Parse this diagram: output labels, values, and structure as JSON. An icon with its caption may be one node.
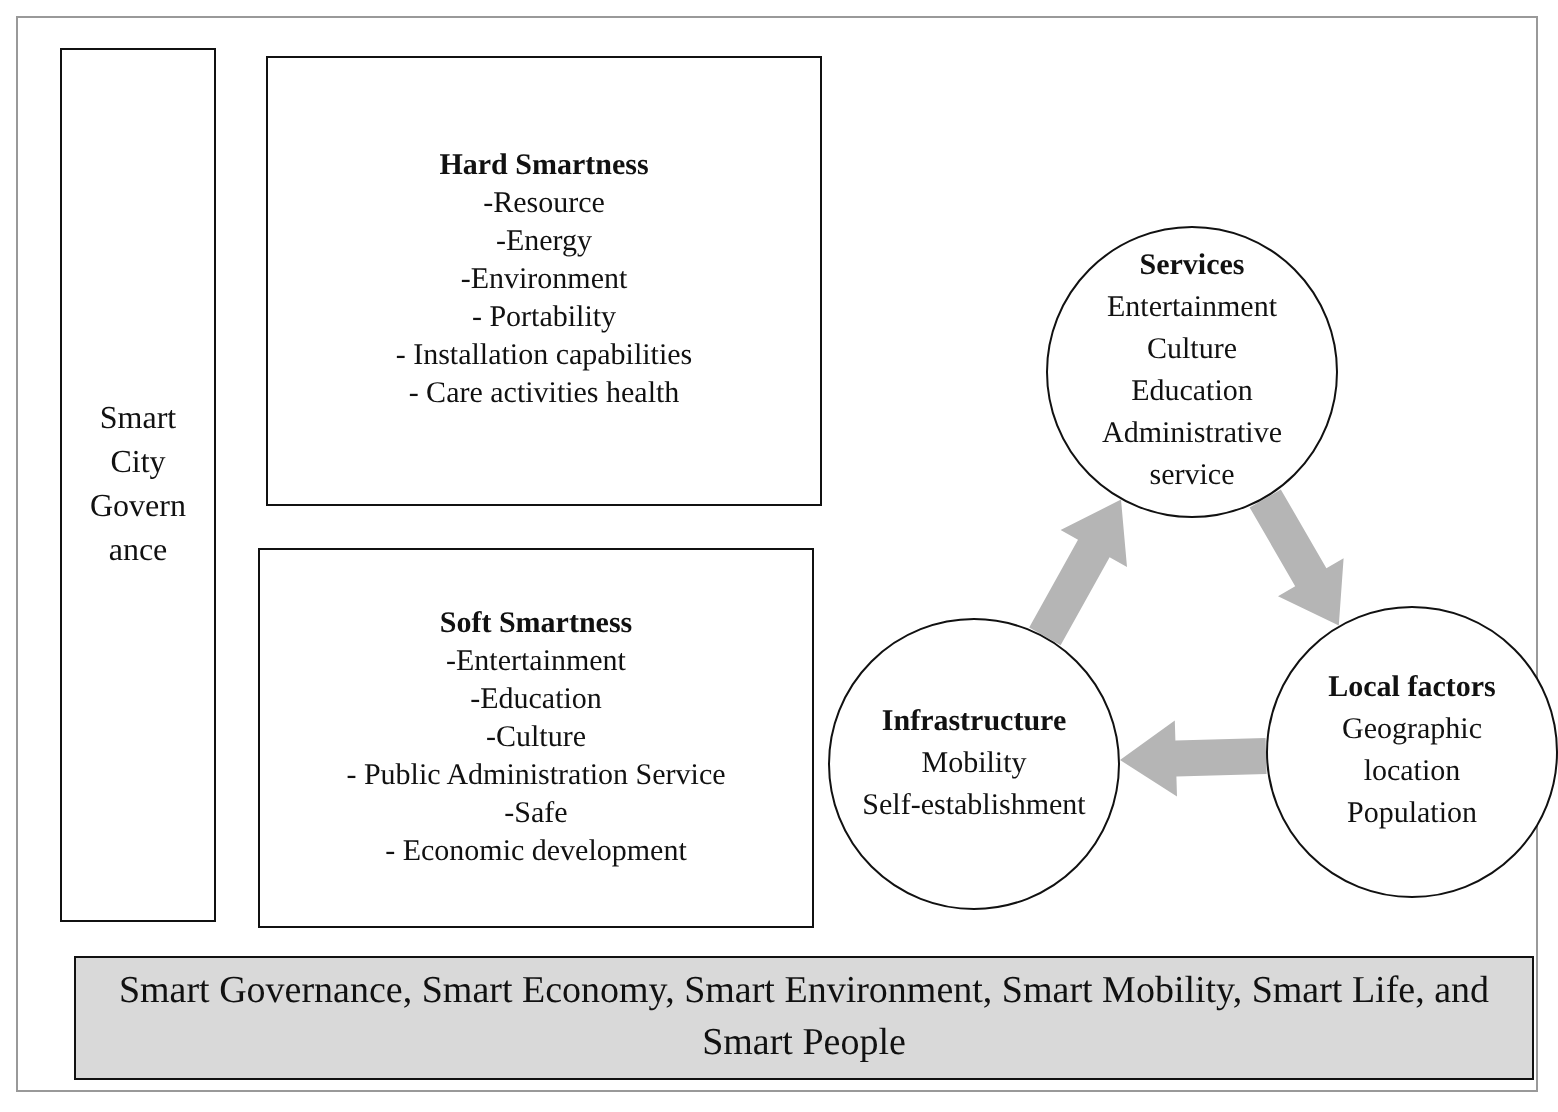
{
  "diagram": {
    "nodes": [
      {
        "text": [
          "Smart City Governance"
        ]
      },
      {
        "text": [
          "Hard Smartness",
          "-Resource",
          "-Energy",
          "-Environment",
          "- Portability",
          "- Installation capabilities",
          "- Care activities health"
        ]
      },
      {
        "text": [
          "Soft Smartness",
          "-Entertainment",
          "-Education",
          "-Culture",
          "- Public Administration Service",
          "-Safe",
          "- Economic development"
        ]
      },
      {
        "text": [
          "Services",
          "Entertainment",
          "Culture",
          "Education",
          "Administrative service"
        ]
      },
      {
        "text": [
          "Local factors",
          "Geographic location",
          "Population"
        ]
      },
      {
        "text": [
          "Infrastructure",
          "Mobility",
          "Self-establishment"
        ]
      },
      {
        "text": [
          "Smart Governance, Smart Economy, Smart Environment, Smart Mobility, Smart Life, and Smart People"
        ]
      }
    ],
    "edges": [
      {
        "from": 5,
        "to": 3,
        "arrow": "to",
        "style": "thick"
      },
      {
        "from": 3,
        "to": 4,
        "arrow": "to",
        "style": "thick"
      },
      {
        "from": 4,
        "to": 5,
        "arrow": "to",
        "style": "thick"
      }
    ]
  }
}
